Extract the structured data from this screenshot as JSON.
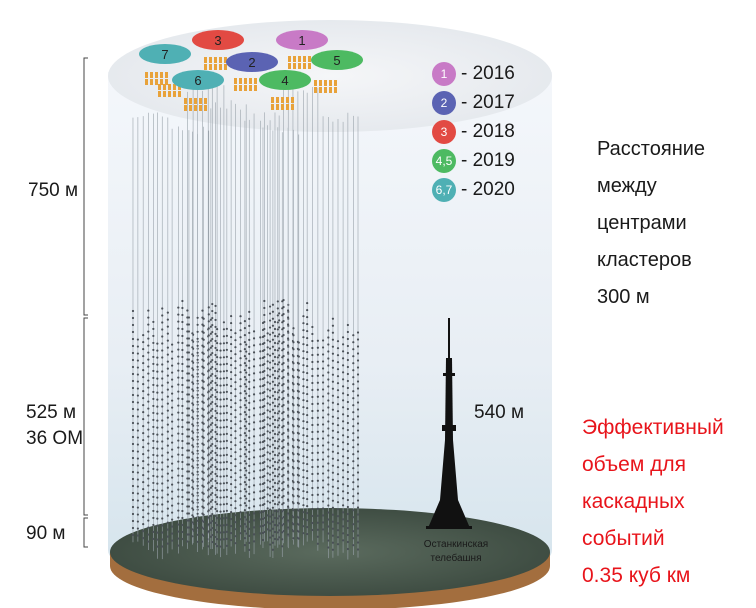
{
  "depth_labels": {
    "top_section": "750 м",
    "middle_section_length": "525 м",
    "middle_section_om": "36 OM",
    "bottom_section": "90 м"
  },
  "legend": [
    {
      "badge": "1",
      "year": "- 2016",
      "color": "#c87ac6"
    },
    {
      "badge": "2",
      "year": "- 2017",
      "color": "#5b63b3"
    },
    {
      "badge": "3",
      "year": "- 2018",
      "color": "#e24a43"
    },
    {
      "badge": "4,5",
      "year": "- 2019",
      "color": "#4dba62"
    },
    {
      "badge": "6,7",
      "year": "- 2020",
      "color": "#4fb0b4"
    }
  ],
  "clusters": [
    {
      "label": "7",
      "color": "#4fb0b4"
    },
    {
      "label": "3",
      "color": "#e24a43"
    },
    {
      "label": "1",
      "color": "#c87ac6"
    },
    {
      "label": "2",
      "color": "#5b63b3"
    },
    {
      "label": "5",
      "color": "#4dba62"
    },
    {
      "label": "6",
      "color": "#4fb0b4"
    },
    {
      "label": "4",
      "color": "#4dba62"
    }
  ],
  "cluster_distance_lines": [
    "Расстояние",
    "между",
    "центрами",
    "кластеров",
    "300 м"
  ],
  "tower": {
    "height_label": "540 м",
    "caption_lines": [
      "Останкинская",
      "телебашня"
    ]
  },
  "effective_volume_lines": [
    "Эффективный",
    "объем  для",
    "каскадных",
    "событий",
    "0.35 куб км"
  ],
  "colors": {
    "accent_red": "#e8141b",
    "ground_top": "#4d5c50",
    "ground_rim": "#a36e3e",
    "string_modules": "#e8a23a"
  }
}
